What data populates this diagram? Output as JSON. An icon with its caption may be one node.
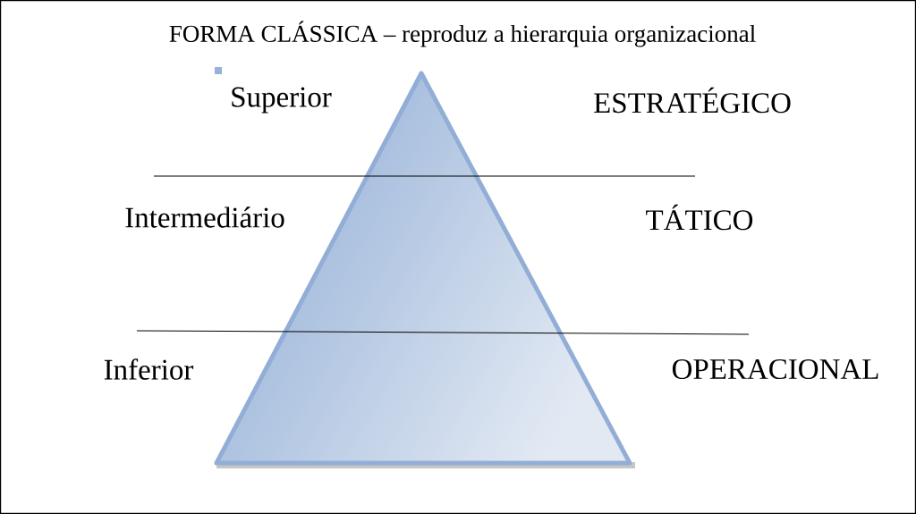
{
  "diagram": {
    "title": "FORMA CLÁSSICA – reproduz a hierarquia organizacional",
    "labels": [
      "Superior",
      "ESTRATÉGICO",
      "Intermediário",
      "TÁTICO",
      "Inferior",
      "OPERACIONAL"
    ]
  }
}
